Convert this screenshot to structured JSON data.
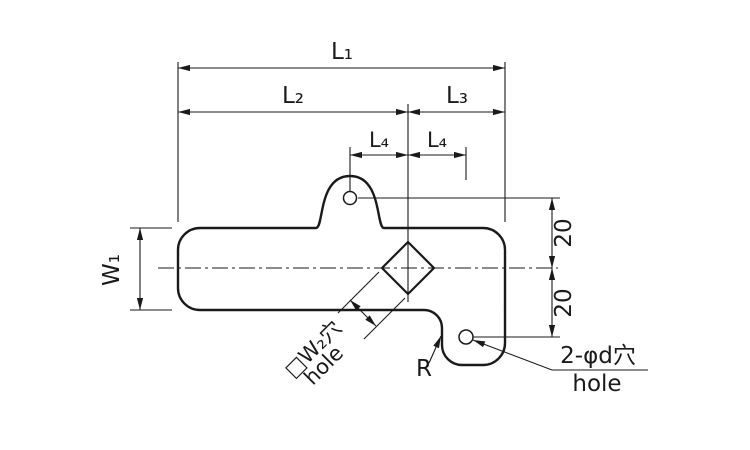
{
  "drawing": {
    "colors": {
      "line": "#1a1a1a",
      "background": "#ffffff"
    },
    "labels": {
      "l1": "L₁",
      "l2": "L₂",
      "l3": "L₃",
      "l4_left": "L₄",
      "l4_right": "L₄",
      "w1": "W₁",
      "offset_top": "20",
      "offset_bottom": "20",
      "square_hole_line1": "□W₂穴",
      "square_hole_line2": "hole",
      "corner_radius": "R",
      "round_holes_line1": "2-φd穴",
      "round_holes_line2": "hole"
    }
  }
}
